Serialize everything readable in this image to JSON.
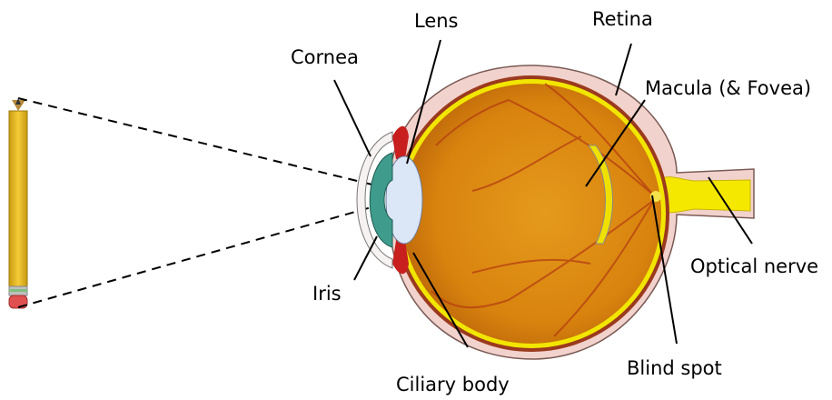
{
  "labels": {
    "cornea": "Cornea",
    "lens": "Lens",
    "retina": "Retina",
    "macula": "Macula (& Fovea)",
    "optical_nerve": "Optical nerve",
    "iris": "Iris",
    "blind_spot": "Blind spot",
    "ciliary_body": "Ciliary body"
  },
  "colors": {
    "sclera": "#f2d2cc",
    "sclera_outline": "#7a5a55",
    "choroid": "#9b3a1e",
    "retina_fundus": "#d9860d",
    "retina_layer": "#f2e600",
    "optic_nerve": "#f5e800",
    "cornea": "#f7f2f2",
    "iris": "#3f9c8c",
    "lens": "#dbe6f7",
    "ciliary_body": "#c81e1e",
    "pencil_body": "#e8b820",
    "pencil_tip": "#c08a2a",
    "pencil_eraser": "#e05050",
    "pencil_ferrule": "#7fbf7f"
  }
}
